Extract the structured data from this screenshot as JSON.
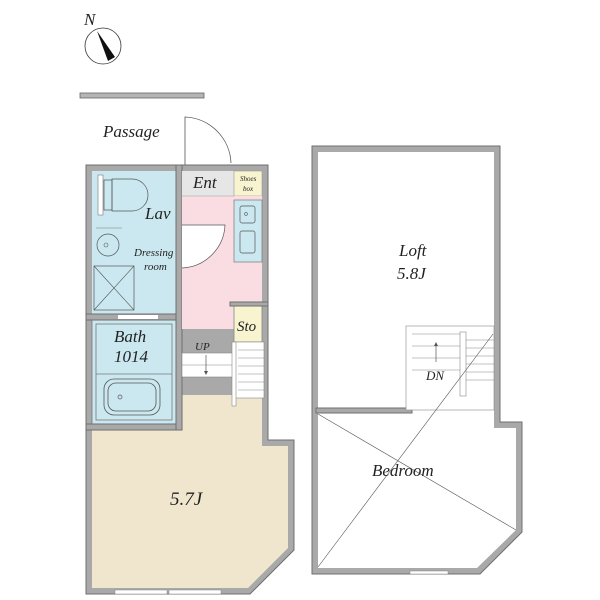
{
  "compass": {
    "label": "N",
    "icon": "north-arrow-icon"
  },
  "scale_bar": {
    "icon": "scale-bar"
  },
  "colors": {
    "wall": "#a9a9a9",
    "wet_area": "#cbe8f0",
    "kitchen": "#f9dde2",
    "entrance": "#e6e6e6",
    "storage": "#f8f4cf",
    "living": "#efe6cd",
    "loft": "#ffffff"
  },
  "ground_floor": {
    "passage": "Passage",
    "entrance": "Ent",
    "shoes_box_line1": "Shoes",
    "shoes_box_line2": "box",
    "lavatory": "Lav",
    "dressing_line1": "Dressing",
    "dressing_line2": "room",
    "bath_line1": "Bath",
    "bath_line2": "1014",
    "storage": "Sto",
    "stairs_up": "UP",
    "main_room_size": "5.7J"
  },
  "upper_floor": {
    "loft_label": "Loft",
    "loft_size": "5.8J",
    "stairs_down": "DN",
    "bedroom_label": "Bedroom"
  }
}
